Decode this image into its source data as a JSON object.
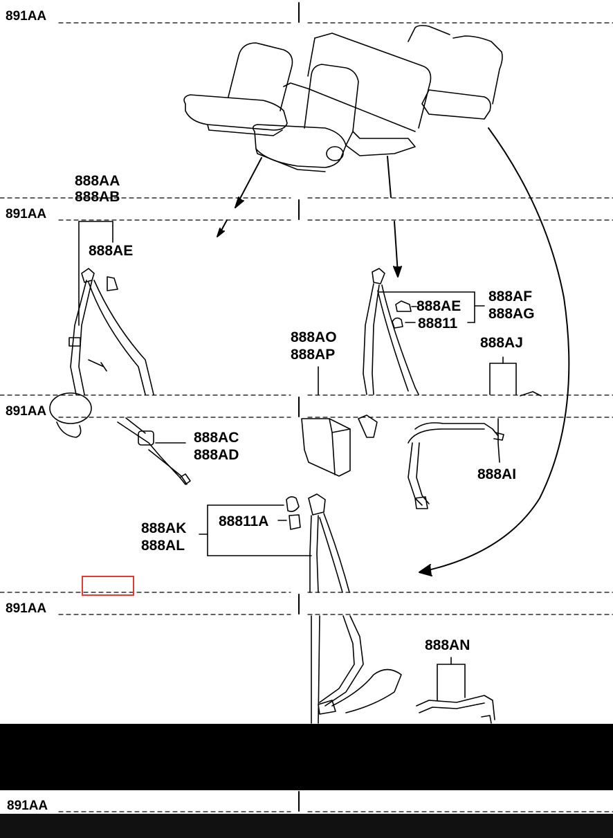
{
  "section_code": "891AA",
  "labels": {
    "aa": "888AA",
    "ab": "888AB",
    "ae_left": "888AE",
    "ae_right": "888AE",
    "af": "888AF",
    "ag": "888AG",
    "n811": "88811",
    "ao": "888AO",
    "ap": "888AP",
    "aj": "888AJ",
    "ac": "888AC",
    "ad": "888AD",
    "ai": "888AI",
    "ak": "888AK",
    "al": "888AL",
    "n811a": "88811A",
    "an": "888AN"
  },
  "colors": {
    "ink": "#000000",
    "paper": "#ffffff",
    "highlight": "#e53935"
  }
}
